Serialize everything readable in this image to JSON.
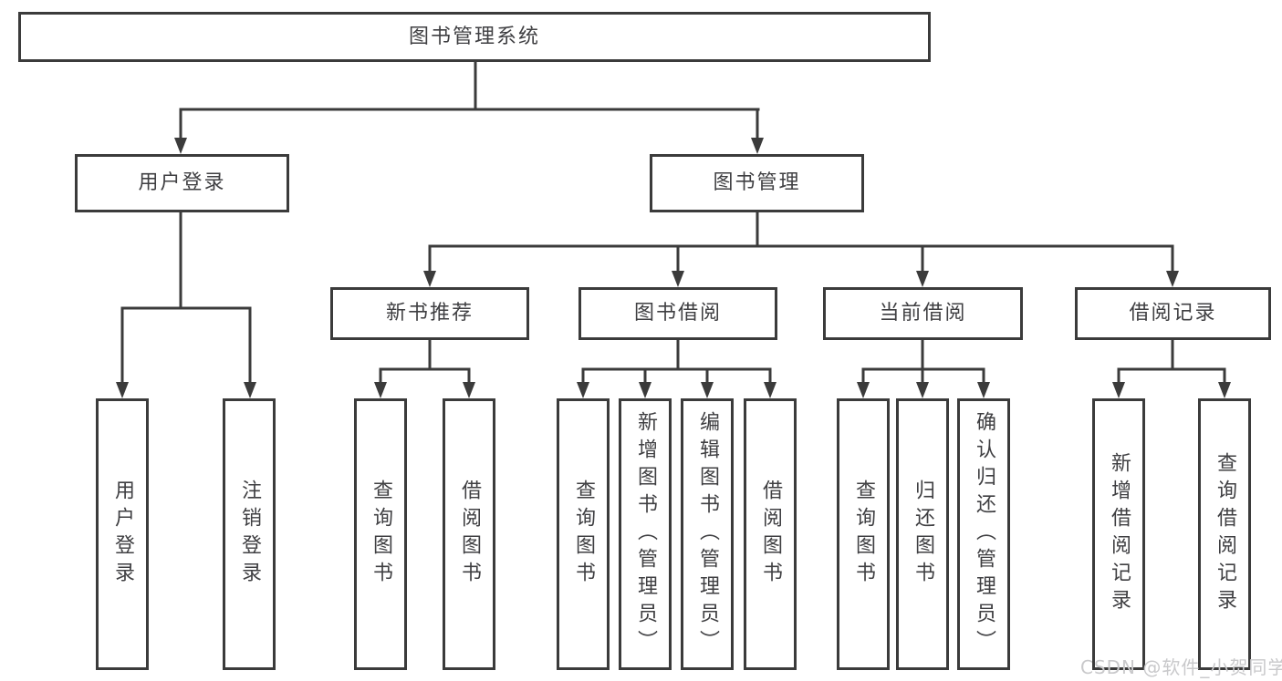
{
  "tree": {
    "label": "图书管理系统",
    "children": [
      {
        "label": "用户登录",
        "children": [
          {
            "label": "用户登录"
          },
          {
            "label": "注销登录"
          }
        ]
      },
      {
        "label": "图书管理",
        "children": [
          {
            "label": "新书推荐",
            "children": [
              {
                "label": "查询图书"
              },
              {
                "label": "借阅图书"
              }
            ]
          },
          {
            "label": "图书借阅",
            "children": [
              {
                "label": "查询图书"
              },
              {
                "label": "新增图书（管理员）"
              },
              {
                "label": "编辑图书（管理员）"
              },
              {
                "label": "借阅图书"
              }
            ]
          },
          {
            "label": "当前借阅",
            "children": [
              {
                "label": "查询图书"
              },
              {
                "label": "归还图书"
              },
              {
                "label": "确认归还（管理员）"
              }
            ]
          },
          {
            "label": "借阅记录",
            "children": [
              {
                "label": "新增借阅记录"
              },
              {
                "label": "查询借阅记录"
              }
            ]
          }
        ]
      }
    ]
  },
  "watermark": {
    "text": "CSDN @软件_小贺同学"
  },
  "colors": {
    "line": "#3b3b3b",
    "text": "#3f3f42",
    "background": "#ffffff",
    "watermark": "#c9c9cb"
  }
}
